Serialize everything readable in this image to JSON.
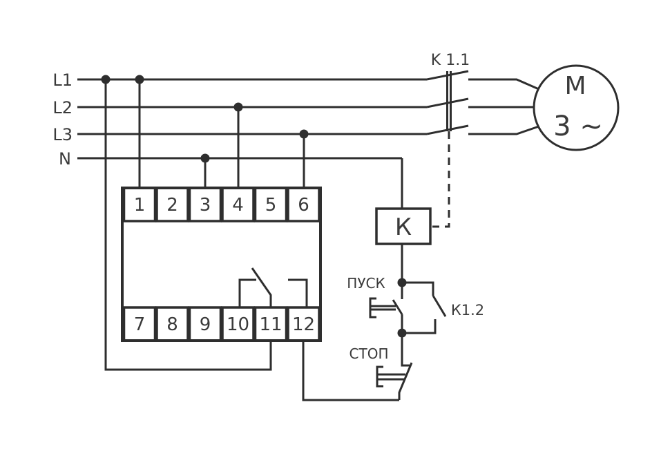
{
  "colors": {
    "line": "#2e2e2e",
    "text": "#3a3a3a",
    "background": "#ffffff"
  },
  "rails": [
    {
      "label": "L1"
    },
    {
      "label": "L2"
    },
    {
      "label": "L3"
    },
    {
      "label": "N"
    }
  ],
  "device": {
    "terminals_top": [
      "1",
      "2",
      "3",
      "4",
      "5",
      "6"
    ],
    "terminals_bottom": [
      "7",
      "8",
      "9",
      "10",
      "11",
      "12"
    ]
  },
  "contactor": {
    "main_contact_label": "K 1.1",
    "aux_contact_label": "К1.2",
    "coil_label": "К"
  },
  "motor": {
    "letter": "M",
    "phase": "3 ~"
  },
  "buttons": {
    "start": "ПУСК",
    "stop": "СТОП"
  }
}
